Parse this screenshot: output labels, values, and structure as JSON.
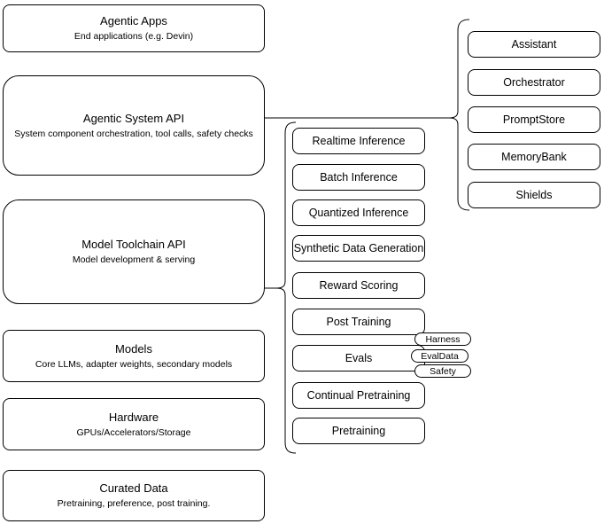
{
  "diagram": {
    "layers": [
      {
        "title": "Agentic Apps",
        "subtitle": "End applications (e.g. Devin)"
      },
      {
        "title": "Agentic System API",
        "subtitle": "System component orchestration, tool calls, safety checks"
      },
      {
        "title": "Model Toolchain API",
        "subtitle": "Model development & serving"
      },
      {
        "title": "Models",
        "subtitle": "Core LLMs, adapter weights, secondary models"
      },
      {
        "title": "Hardware",
        "subtitle": "GPUs/Accelerators/Storage"
      },
      {
        "title": "Curated Data",
        "subtitle": "Pretraining, preference, post training."
      }
    ],
    "toolchain_services": [
      "Realtime Inference",
      "Batch Inference",
      "Quantized Inference",
      "Synthetic Data Generation",
      "Reward Scoring",
      "Post Training",
      "Evals",
      "Continual Pretraining",
      "Pretraining"
    ],
    "evals_subcomponents": [
      "Harness",
      "EvalData",
      "Safety"
    ],
    "system_components": [
      "Assistant",
      "Orchestrator",
      "PromptStore",
      "MemoryBank",
      "Shields"
    ],
    "colors": {
      "stroke": "#000000",
      "background": "#ffffff",
      "text": "#000000"
    }
  }
}
